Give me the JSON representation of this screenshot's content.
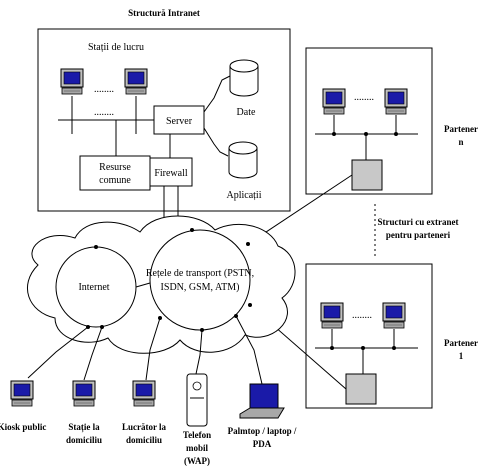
{
  "intranet": {
    "title": "Structură Intranet",
    "workstations_label": "Stații de lucru",
    "dots": "........",
    "server": "Server",
    "data": "Date",
    "resources_line1": "Resurse",
    "resources_line2": "comune",
    "firewall": "Firewall",
    "apps": "Aplicații"
  },
  "partners": {
    "partner_n_line1": "Partener",
    "partner_n_line2": "n",
    "extranet_line1": "Structuri cu extranet",
    "extranet_line2": "pentru parteneri",
    "partner_1_line1": "Partener",
    "partner_1_line2": "1",
    "dots": "........"
  },
  "clouds": {
    "internet": "Internet",
    "transport_line1": "Rețele de transport  (PSTN,",
    "transport_line2": "ISDN, GSM, ATM)"
  },
  "endpoints": {
    "kiosk": "Kiosk public",
    "home_station_line1": "Stație la",
    "home_station_line2": "domiciliu",
    "home_worker_line1": "Lucrător la",
    "home_worker_line2": "domiciliu",
    "phone_line1": "Telefon",
    "phone_line2": "mobil",
    "phone_line3": "(WAP)",
    "laptop_line1": "Palmtop / laptop /",
    "laptop_line2": "PDA"
  }
}
